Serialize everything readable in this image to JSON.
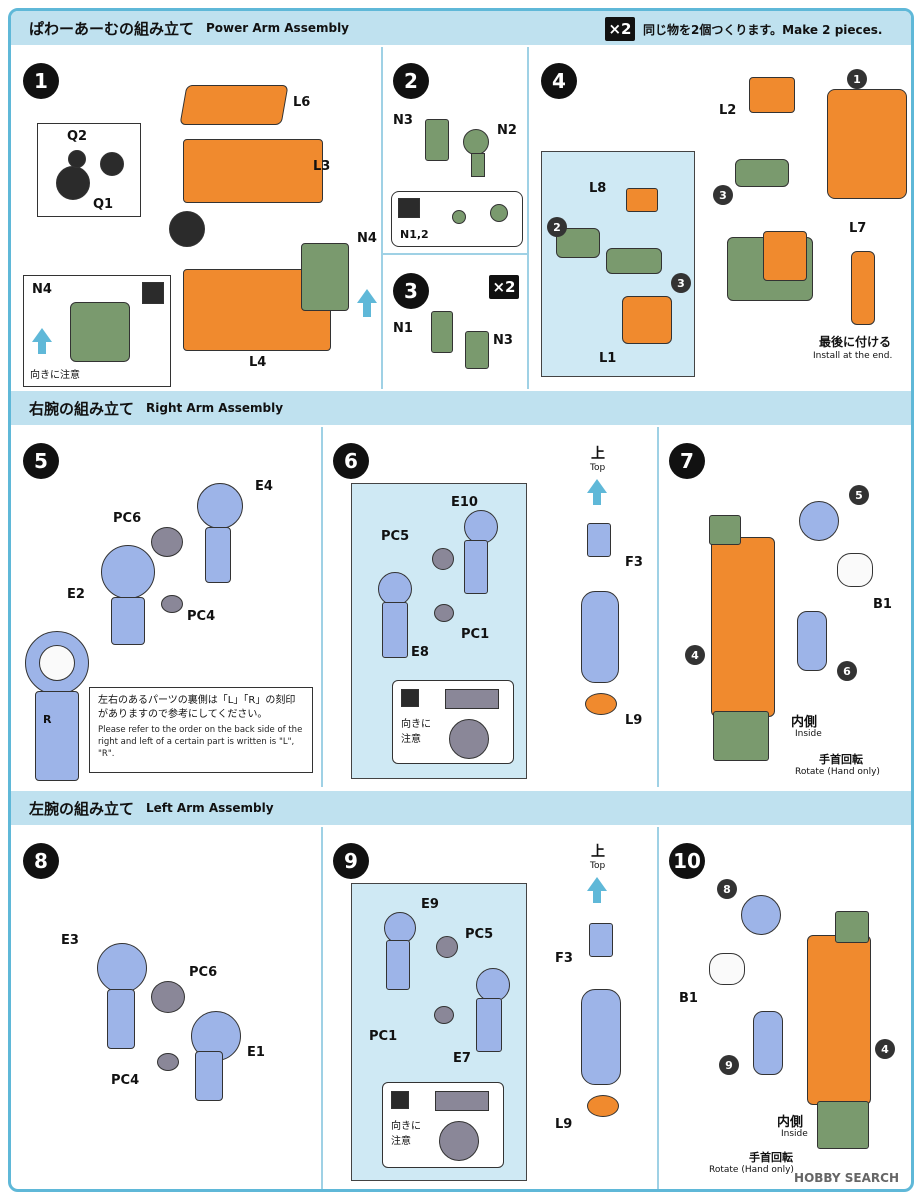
{
  "sections": {
    "power_arm": {
      "jp": "ぱわーあーむの組み立て",
      "en": "Power Arm Assembly"
    },
    "right_arm": {
      "jp": "右腕の組み立て",
      "en": "Right Arm Assembly"
    },
    "left_arm": {
      "jp": "左腕の組み立て",
      "en": "Left Arm Assembly"
    }
  },
  "make_two": {
    "badge": "×2",
    "text": "同じ物を2個つくります。Make 2 pieces."
  },
  "steps": [
    "1",
    "2",
    "3",
    "4",
    "5",
    "6",
    "7",
    "8",
    "9",
    "10"
  ],
  "labels": {
    "L6": "L6",
    "L3": "L3",
    "L4": "L4",
    "L2": "L2",
    "L7": "L7",
    "L8": "L8",
    "L1": "L1",
    "Q1": "Q1",
    "Q2": "Q2",
    "N1": "N1",
    "N2": "N2",
    "N3": "N3",
    "N4": "N4",
    "N12": "N1,2",
    "E1": "E1",
    "E2": "E2",
    "E3": "E3",
    "E4": "E4",
    "E7": "E7",
    "E8": "E8",
    "E9": "E9",
    "E10": "E10",
    "PC1": "PC1",
    "PC4": "PC4",
    "PC5": "PC5",
    "PC6": "PC6",
    "F3": "F3",
    "L9": "L9",
    "B1": "B1"
  },
  "refs": {
    "r1": "1",
    "r2": "2",
    "r3": "3",
    "r4": "4",
    "r5": "5",
    "r6": "6",
    "r8": "8",
    "r9": "9"
  },
  "notes": {
    "orientation": "向きに注意",
    "orientation2": "向きに\n注意",
    "install_end_jp": "最後に付ける",
    "install_end_en": "Install at the end.",
    "top_jp": "上",
    "top_en": "Top",
    "inside_jp": "内側",
    "inside_en": "Inside",
    "rotate_jp": "手首回転",
    "rotate_en": "Rotate (Hand only)",
    "lr_jp": "左右のあるパーツの裏側は「L」「R」の刻印がありますので参考にしてください。",
    "lr_en": "Please refer to the order on the back side of the right and left of a certain part is written is \"L\", \"R\".",
    "R": "R"
  },
  "watermark": "HOBBY SEARCH"
}
